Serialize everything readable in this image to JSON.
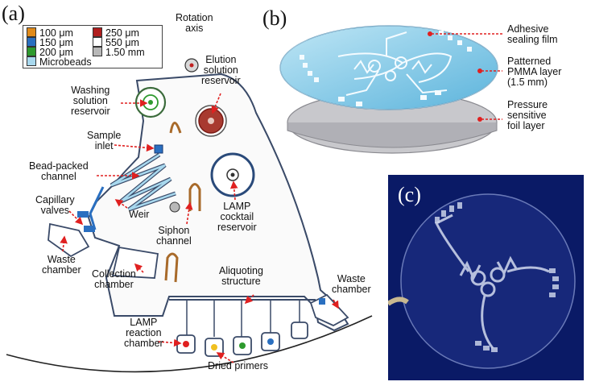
{
  "panels": {
    "a": "(a)",
    "b": "(b)",
    "c": "(c)"
  },
  "legend": {
    "items": [
      {
        "label": "100 μm",
        "color": "#e08a1a"
      },
      {
        "label": "250 μm",
        "color": "#b01e1e"
      },
      {
        "label": "150 μm",
        "color": "#2a6fc0"
      },
      {
        "label": "550 μm",
        "color": "#ffffff"
      },
      {
        "label": "200 μm",
        "color": "#2e9a2e"
      },
      {
        "label": "1.50 mm",
        "color": "#b8b8b8"
      },
      {
        "label": "Microbeads",
        "color": "#a8d8ee"
      }
    ]
  },
  "labels_a": {
    "rotation_axis": [
      "Rotation",
      "axis"
    ],
    "elution": [
      "Elution",
      "solution",
      "reservoir"
    ],
    "washing": [
      "Washing",
      "solution",
      "reservoir"
    ],
    "sample_inlet": [
      "Sample",
      "inlet"
    ],
    "bead_packed": [
      "Bead-packed",
      "channel"
    ],
    "capillary": [
      "Capillary",
      "valves"
    ],
    "weir": [
      "Weir"
    ],
    "siphon": [
      "Siphon",
      "channel"
    ],
    "lamp_cocktail": [
      "LAMP",
      "cocktail",
      "reservoir"
    ],
    "waste_left": [
      "Waste",
      "chamber"
    ],
    "collection": [
      "Collection",
      "chamber"
    ],
    "aliquoting": [
      "Aliquoting",
      "structure"
    ],
    "waste_right": [
      "Waste",
      "chamber"
    ],
    "lamp_reaction": [
      "LAMP",
      "reaction",
      "chamber"
    ],
    "dried_primers": [
      "Dried primers"
    ]
  },
  "labels_b": {
    "adhesive": [
      "Adhesive",
      "sealing film"
    ],
    "patterned": [
      "Patterned",
      "PMMA layer",
      "(1.5 mm)"
    ],
    "pressure": [
      "Pressure",
      "sensitive",
      "foil layer"
    ]
  },
  "colors": {
    "arrow": "#e02020",
    "channel": "#4a5a78",
    "disc_top": "#7ec8e6",
    "disc_bottom": "#c8c8cc",
    "photo_bg": "#0a1a66"
  }
}
